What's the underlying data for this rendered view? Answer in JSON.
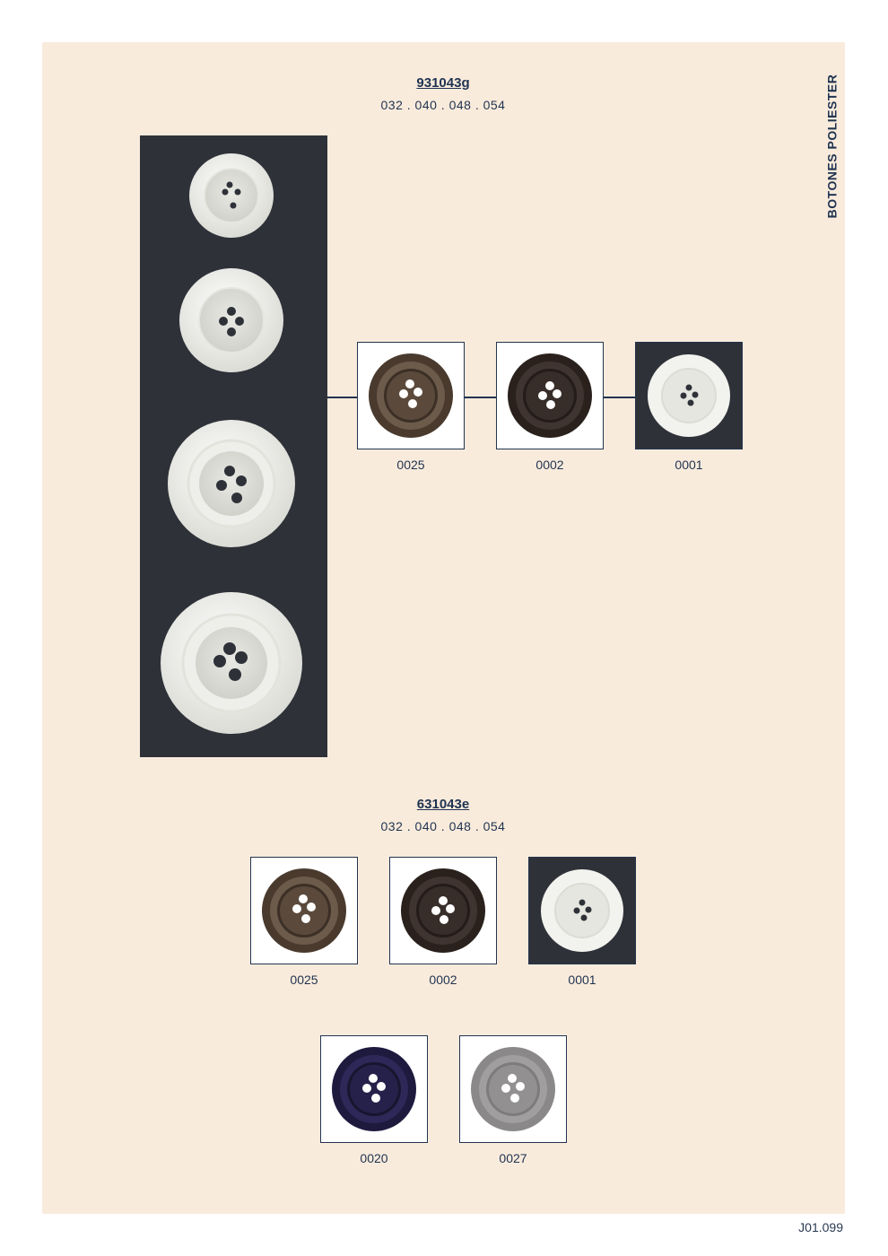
{
  "side_label": "BOTONES POLIESTER",
  "folio": "J01.099",
  "sections": [
    {
      "reference": "931043g",
      "sizes": "032 . 040 . 048 . 054",
      "swatches": [
        {
          "code": "0025",
          "color": "brown"
        },
        {
          "code": "0002",
          "color": "dark-brown"
        },
        {
          "code": "0001",
          "color": "white"
        }
      ]
    },
    {
      "reference": "631043e",
      "sizes": "032 . 040 . 048 . 054",
      "swatches": [
        {
          "code": "0025",
          "color": "brown"
        },
        {
          "code": "0002",
          "color": "dark-brown"
        },
        {
          "code": "0001",
          "color": "white"
        },
        {
          "code": "0020",
          "color": "navy"
        },
        {
          "code": "0027",
          "color": "grey"
        }
      ]
    }
  ],
  "colors": {
    "page_background": "#f9ebdc",
    "dark_panel": "#2e3138",
    "text": "#1f3350"
  }
}
